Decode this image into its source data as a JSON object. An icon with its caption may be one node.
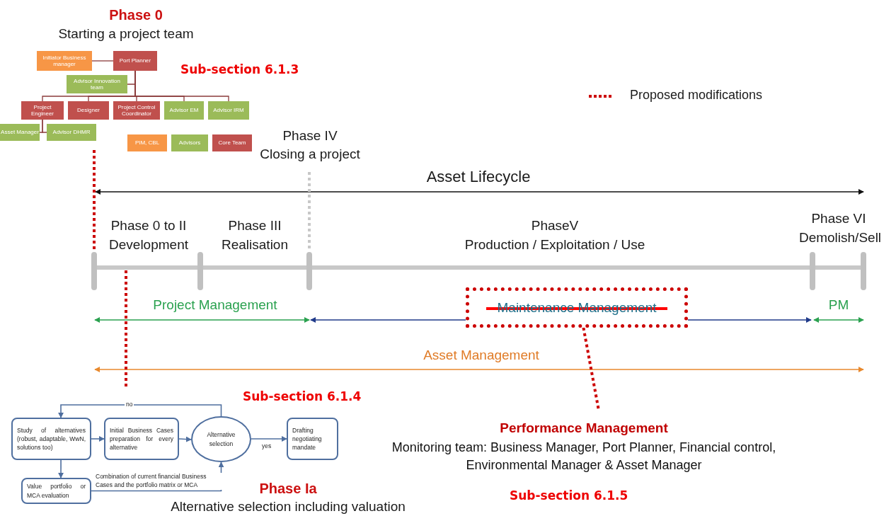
{
  "diagram": {
    "nodes": [
      {
        "text": [
          "Initiator Business manager"
        ]
      },
      {
        "text": [
          "Port Planner"
        ]
      },
      {
        "text": [
          "Advisor Innovation team"
        ]
      },
      {
        "text": [
          "Project Engineer"
        ]
      },
      {
        "text": [
          "Designer"
        ]
      },
      {
        "text": [
          "Project Control Coordinator"
        ]
      },
      {
        "text": [
          "Advisor EM"
        ]
      },
      {
        "text": [
          "Advisor IRM"
        ]
      },
      {
        "text": [
          "Asset Manager"
        ]
      },
      {
        "text": [
          "Advisor DHMR"
        ]
      },
      {
        "text": [
          "Study of alternatives (robust, adaptable, WwN, solutions too)"
        ]
      },
      {
        "text": [
          "Initial Business Cases preparation for every alternative"
        ]
      },
      {
        "text": [
          "Alternative selection"
        ]
      },
      {
        "text": [
          "Drafting negotiating mandate"
        ]
      },
      {
        "text": [
          "Value portfolio or MCA evaluation"
        ]
      },
      {
        "text": [
          "Maintenance Management"
        ]
      },
      {
        "text": [
          "Performance Management",
          "Monitoring team: Business Manager, Port Planner, Financial control, Environmental Manager & Asset Manager"
        ]
      }
    ],
    "edges": [
      {
        "from": 0,
        "to": 1,
        "arrow": "none"
      },
      {
        "from": 1,
        "to": 2,
        "arrow": "none"
      },
      {
        "from": 1,
        "to": 3,
        "arrow": "none"
      },
      {
        "from": 1,
        "to": 4,
        "arrow": "none"
      },
      {
        "from": 1,
        "to": 5,
        "arrow": "none"
      },
      {
        "from": 1,
        "to": 6,
        "arrow": "none"
      },
      {
        "from": 1,
        "to": 7,
        "arrow": "none"
      },
      {
        "from": 3,
        "to": 8,
        "arrow": "none"
      },
      {
        "from": 3,
        "to": 9,
        "arrow": "none"
      },
      {
        "from": 10,
        "to": 11,
        "arrow": "to",
        "color": "#4f6f9f"
      },
      {
        "from": 11,
        "to": 12,
        "arrow": "to",
        "color": "#4f6f9f"
      },
      {
        "from": 12,
        "to": 13,
        "arrow": "to",
        "label": "yes",
        "color": "#4f6f9f"
      },
      {
        "from": 12,
        "to": 10,
        "arrow": "to",
        "label": "no",
        "color": "#4f6f9f"
      },
      {
        "from": 10,
        "to": 14,
        "arrow": "to",
        "color": "#4f6f9f"
      },
      {
        "from": 14,
        "to": 12,
        "arrow": "to",
        "color": "#4f6f9f",
        "label": "Combination of current financial Business Cases and the portfolio matrix or MCA"
      },
      {
        "from": 15,
        "to": 16,
        "arrow": "none",
        "style": "dashed",
        "color": "#cc0000"
      }
    ],
    "labels": [
      "Phase 0",
      "Starting a project team",
      "Sub-section 6.1.3",
      "Phase IV",
      "Closing a project",
      "Asset Lifecycle",
      "Phase 0 to II",
      "Development",
      "Phase III",
      "Realisation",
      "PhaseV",
      "Production / Exploitation / Use",
      "Phase VI",
      "Demolish/Sell",
      "Project Management",
      "PM",
      "Asset Management",
      "Sub-section 6.1.4",
      "Phase Ia",
      "Alternative selection including valuation",
      "Sub-section 6.1.5"
    ],
    "legend": [
      {
        "text": "Proposed modifications"
      },
      {
        "text": "PIM, CBL",
        "color": "#f79646"
      },
      {
        "text": "Advisors",
        "color": "#9bbb59"
      },
      {
        "text": "Core Team",
        "color": "#c0504d"
      }
    ]
  }
}
